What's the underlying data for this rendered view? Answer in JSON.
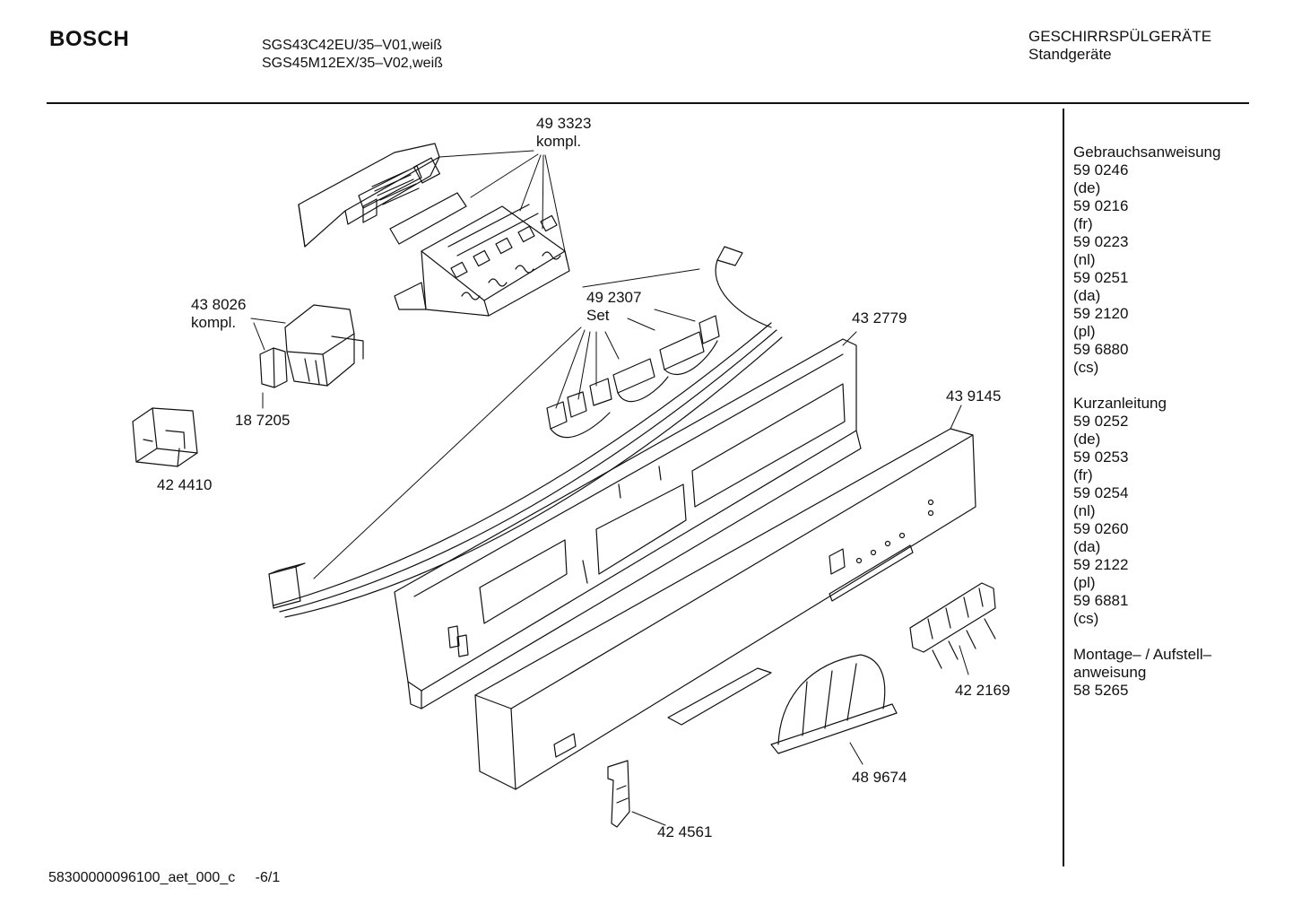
{
  "header": {
    "brand": "BOSCH",
    "models": [
      "SGS43C42EU/35–V01,weiß",
      "SGS45M12EX/35–V02,weiß"
    ],
    "category_title": "GESCHIRRSPÜLGERÄTE",
    "category_subtitle": "Standgeräte"
  },
  "documents": {
    "groups": [
      {
        "title": "Gebrauchsanweisung",
        "entries": [
          {
            "number": "59 0246",
            "lang": "(de)"
          },
          {
            "number": "59 0216",
            "lang": "(fr)"
          },
          {
            "number": "59 0223",
            "lang": "(nl)"
          },
          {
            "number": "59 0251",
            "lang": "(da)"
          },
          {
            "number": "59 2120",
            "lang": "(pl)"
          },
          {
            "number": "59 6880",
            "lang": "(cs)"
          }
        ]
      },
      {
        "title": "Kurzanleitung",
        "entries": [
          {
            "number": "59 0252",
            "lang": "(de)"
          },
          {
            "number": "59 0253",
            "lang": "(fr)"
          },
          {
            "number": "59 0254",
            "lang": "(nl)"
          },
          {
            "number": "59 0260",
            "lang": "(da)"
          },
          {
            "number": "59 2122",
            "lang": "(pl)"
          },
          {
            "number": "59 6881",
            "lang": "(cs)"
          }
        ]
      },
      {
        "title": "Montage– / Aufstell–",
        "title_line2": "anweisung",
        "entries": [
          {
            "number": "58 5265"
          }
        ]
      }
    ]
  },
  "parts": [
    {
      "number": "49 3323",
      "note": "kompl."
    },
    {
      "number": "43 8026",
      "note": "kompl."
    },
    {
      "number": "49 2307",
      "note": "Set"
    },
    {
      "number": "43 2779"
    },
    {
      "number": "18 7205"
    },
    {
      "number": "42 4410"
    },
    {
      "number": "43 9145"
    },
    {
      "number": "42 2169"
    },
    {
      "number": "48 9674"
    },
    {
      "number": "42 4561"
    }
  ],
  "footer": {
    "doc_id": "58300000096100_aet_000_c",
    "page": "-6/1"
  }
}
